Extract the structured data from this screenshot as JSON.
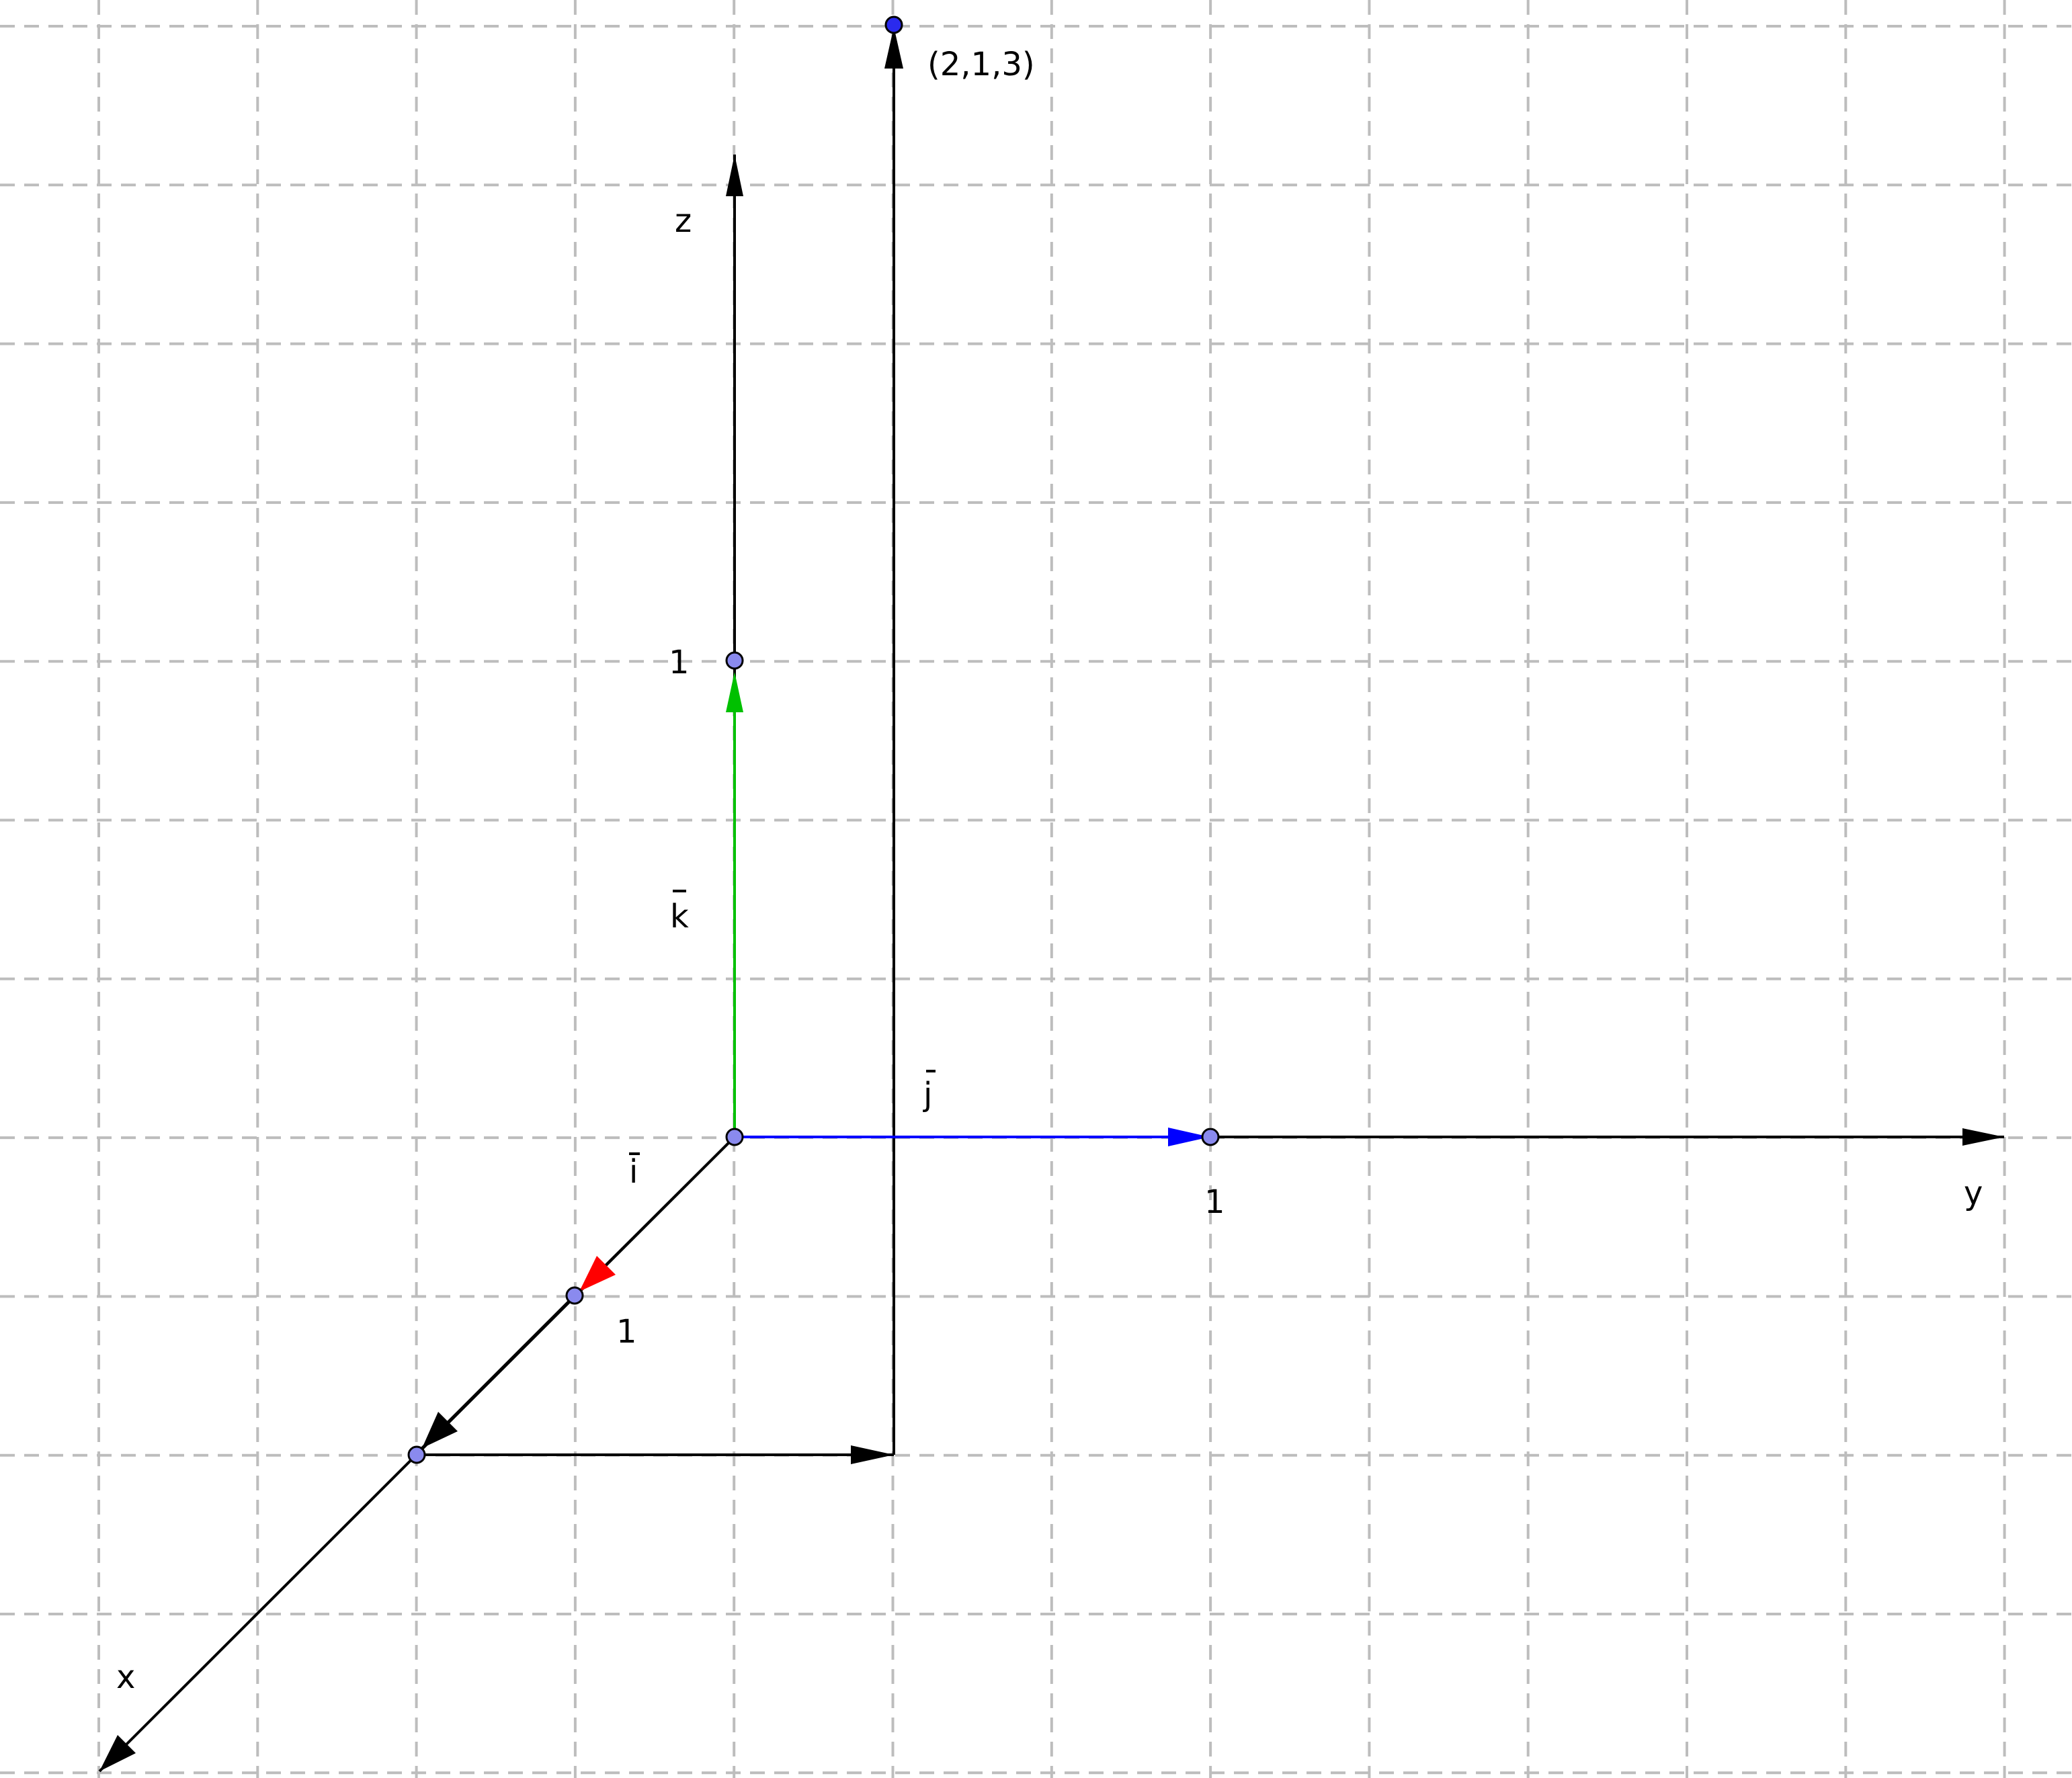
{
  "diagram": {
    "colors": {
      "background": "#ffffff",
      "grid": "#bdbdbd",
      "axis": "#000000",
      "vector_i": "#ff0000",
      "vector_j": "#0000ff",
      "vector_k": "#00c000",
      "point_fill": "#8a8aee",
      "target_point_fill": "#2a2aee"
    },
    "axes": {
      "x": {
        "label": "x"
      },
      "y": {
        "label": "y"
      },
      "z": {
        "label": "z"
      }
    },
    "unit_vectors": {
      "i": {
        "label": "i",
        "tip": [
          1,
          0,
          0
        ]
      },
      "j": {
        "label": "j",
        "tip": [
          0,
          1,
          0
        ]
      },
      "k": {
        "label": "k",
        "tip": [
          0,
          0,
          1
        ]
      }
    },
    "tick_labels": {
      "x_one": "1",
      "y_one": "1",
      "z_one": "1"
    },
    "path_to_point": [
      [
        0,
        0,
        0
      ],
      [
        2,
        0,
        0
      ],
      [
        2,
        1,
        0
      ],
      [
        2,
        1,
        3
      ]
    ],
    "target_point": {
      "coords": [
        2,
        1,
        3
      ],
      "label": "(2,1,3)"
    }
  }
}
